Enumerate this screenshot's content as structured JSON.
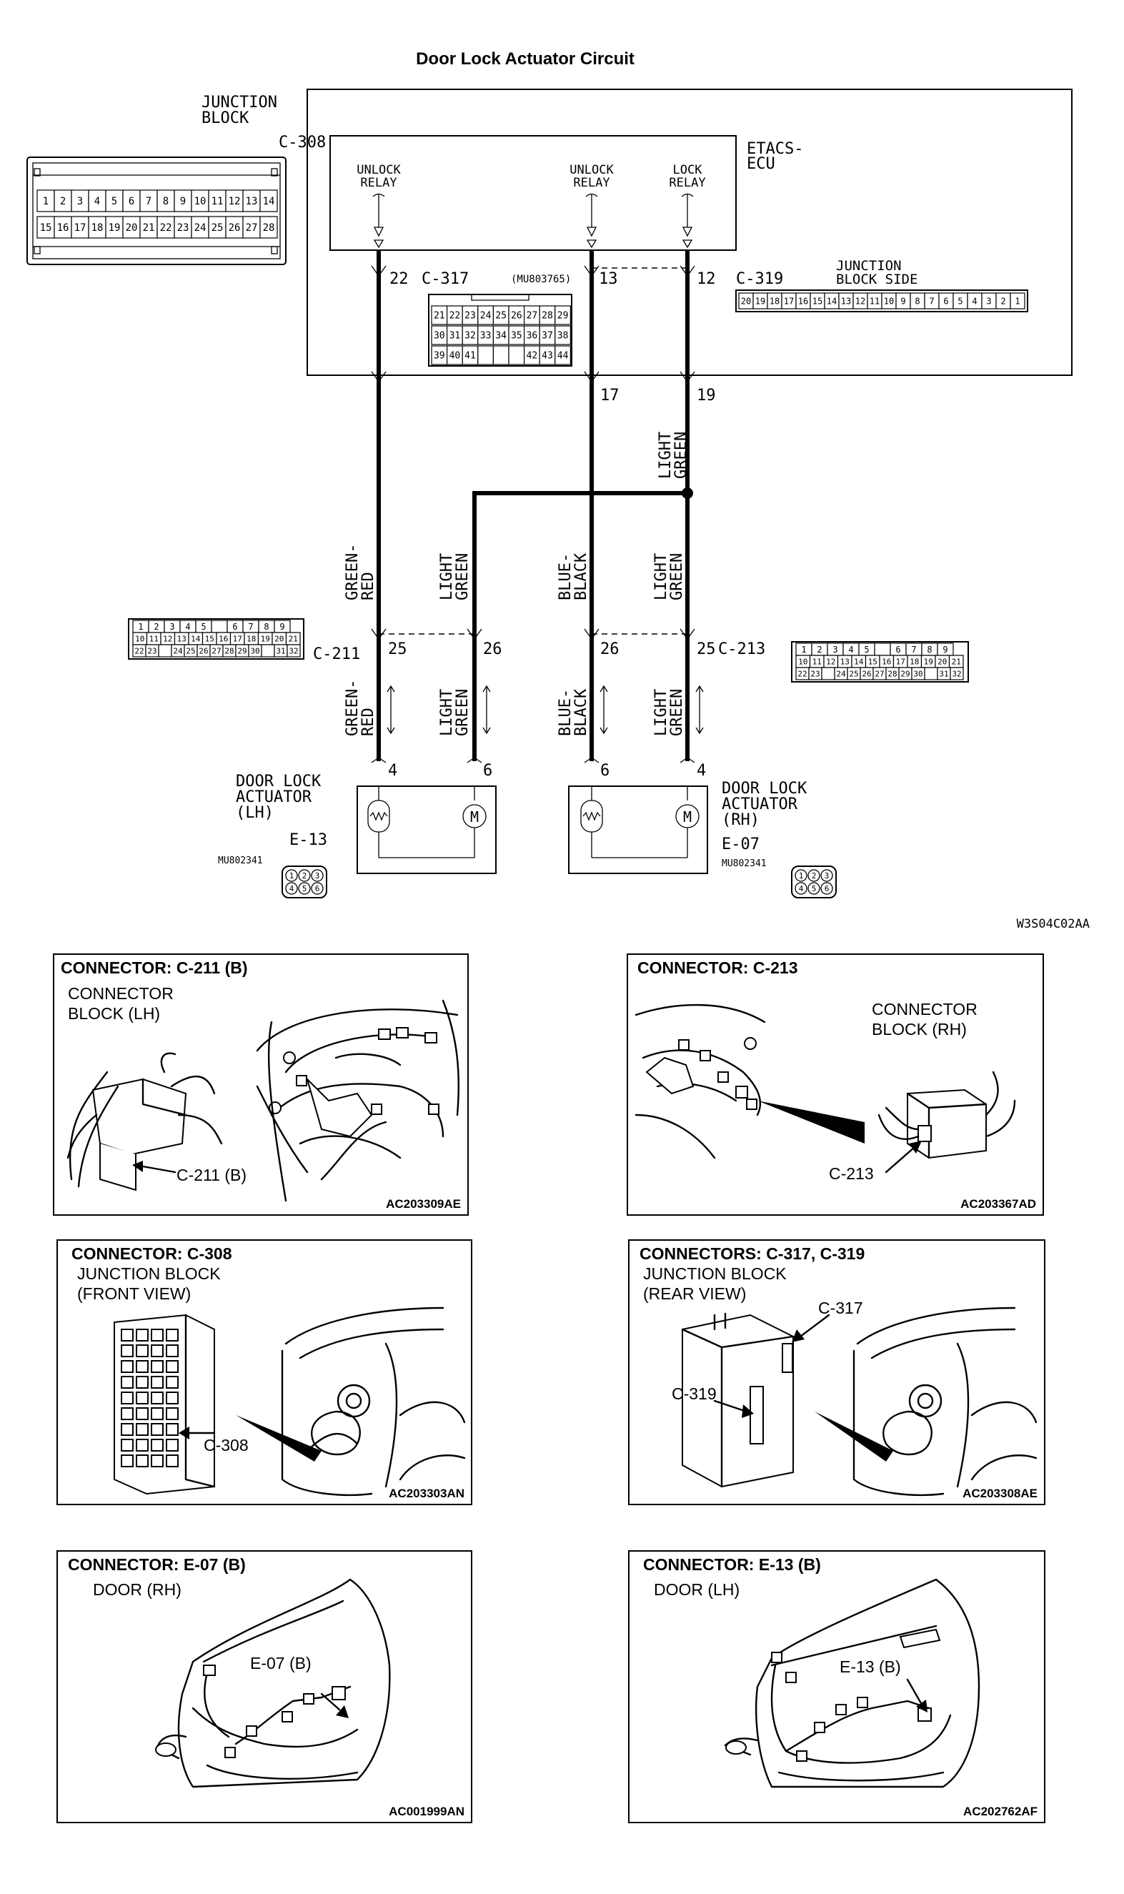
{
  "title": "Door Lock Actuator Circuit",
  "drawing_code": "W3S04C02AA",
  "junction_block": {
    "label": "JUNCTION BLOCK",
    "connector": "C-308",
    "row1": [
      "1",
      "2",
      "3",
      "4",
      "5",
      "6",
      "7",
      "8",
      "9",
      "10",
      "11",
      "12",
      "13",
      "14"
    ],
    "row2": [
      "15",
      "16",
      "17",
      "18",
      "19",
      "20",
      "21",
      "22",
      "23",
      "24",
      "25",
      "26",
      "27",
      "28"
    ]
  },
  "ecu": {
    "label": "ETACS-ECU",
    "relay_unlock_1": "UNLOCK RELAY",
    "relay_unlock_2": "UNLOCK RELAY",
    "relay_lock": "LOCK RELAY",
    "pin_22": "22",
    "pin_13": "13",
    "pin_12": "12",
    "pin_17": "17",
    "pin_19": "19",
    "c317": "C-317",
    "c317_part": "(MU803765)",
    "c317_row1": [
      "21",
      "22",
      "23",
      "24",
      "25",
      "26",
      "27",
      "28",
      "29"
    ],
    "c317_row2": [
      "30",
      "31",
      "32",
      "33",
      "34",
      "35",
      "36",
      "37",
      "38"
    ],
    "c317_row3": [
      "39",
      "40",
      "41",
      "",
      "",
      "",
      "42",
      "43",
      "44"
    ],
    "c319": "C-319",
    "c319_side": "JUNCTION BLOCK SIDE",
    "c319_pins": [
      "20",
      "19",
      "18",
      "17",
      "16",
      "15",
      "14",
      "13",
      "12",
      "11",
      "10",
      "9",
      "8",
      "7",
      "6",
      "5",
      "4",
      "3",
      "2",
      "1"
    ]
  },
  "wires": {
    "green_red": "GREEN- RED",
    "light_green": "LIGHT GREEN",
    "blue_black": "BLUE- BLACK"
  },
  "c211": {
    "label": "C-211",
    "pin_25": "25",
    "pin_26": "26",
    "row1": [
      "1",
      "2",
      "3",
      "4",
      "5",
      "",
      "6",
      "7",
      "8",
      "9"
    ],
    "row2": [
      "10",
      "11",
      "12",
      "13",
      "14",
      "15",
      "16",
      "17",
      "18",
      "19",
      "20",
      "21"
    ],
    "row3": [
      "22",
      "23",
      "",
      "24",
      "25",
      "26",
      "27",
      "28",
      "29",
      "30",
      "",
      "31",
      "32"
    ]
  },
  "c213": {
    "label": "C-213",
    "pin_26": "26",
    "pin_25": "25"
  },
  "actuator_lh": {
    "label": "DOOR LOCK ACTUATOR (LH)",
    "connector": "E-13",
    "part": "MU802341",
    "pin_4": "4",
    "pin_6": "6",
    "pins": [
      "1",
      "2",
      "3",
      "4",
      "5",
      "6"
    ]
  },
  "actuator_rh": {
    "label": "DOOR LOCK ACTUATOR (RH)",
    "connector": "E-07",
    "part": "MU802341",
    "pin_6": "6",
    "pin_4": "4",
    "pins": [
      "1",
      "2",
      "3",
      "4",
      "5",
      "6"
    ]
  },
  "motor_symbol": "M",
  "panels": {
    "p1": {
      "title": "CONNECTOR: C-211 (B)",
      "note": "CONNECTOR BLOCK (LH)",
      "callout": "C-211 (B)",
      "code": "AC203309AE"
    },
    "p2": {
      "title": "CONNECTOR: C-213",
      "note": "CONNECTOR BLOCK (RH)",
      "callout": "C-213",
      "code": "AC203367AD"
    },
    "p3": {
      "title": "CONNECTOR: C-308",
      "note": "JUNCTION BLOCK (FRONT VIEW)",
      "callout": "C-308",
      "code": "AC203303AN"
    },
    "p4": {
      "title": "CONNECTORS: C-317, C-319",
      "note": "JUNCTION BLOCK (REAR VIEW)",
      "callout_a": "C-317",
      "callout_b": "C-319",
      "code": "AC203308AE"
    },
    "p5": {
      "title": "CONNECTOR: E-07 (B)",
      "note": "DOOR (RH)",
      "callout": "E-07 (B)",
      "code": "AC001999AN"
    },
    "p6": {
      "title": "CONNECTOR: E-13 (B)",
      "note": "DOOR (LH)",
      "callout": "E-13 (B)",
      "code": "AC202762AF"
    }
  }
}
